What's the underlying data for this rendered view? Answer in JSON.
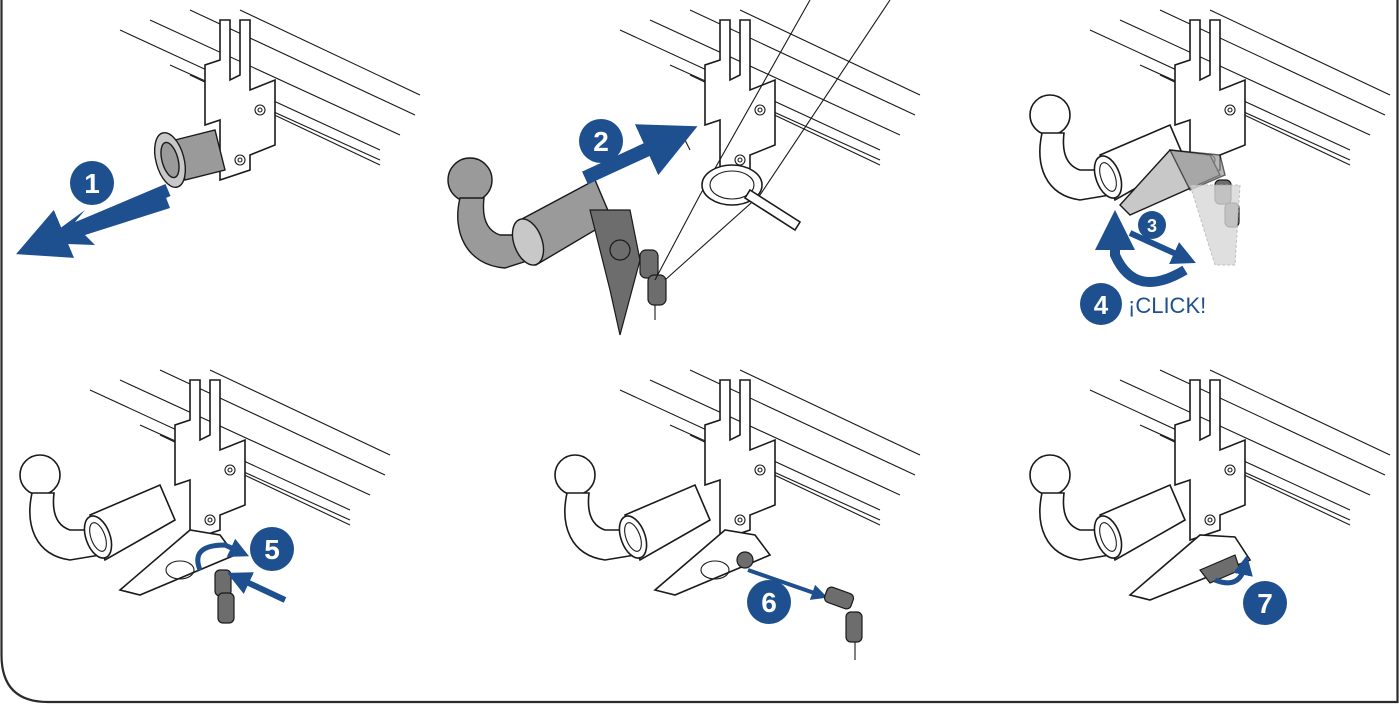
{
  "colors": {
    "accent": "#1e4f8f",
    "badge_fill": "#1e4f8f",
    "arrow_fill": "#1e4f8f",
    "line": "#1a1a1a",
    "part_grey": "#9a9a9a"
  },
  "steps": [
    {
      "number": "1",
      "action": "arrow-out"
    },
    {
      "number": "2",
      "action": "arrow-in"
    },
    {
      "number": "3",
      "action": "rotate-lever"
    },
    {
      "number": "4",
      "action": "rotate-up",
      "caption": "¡CLICK!"
    },
    {
      "number": "5",
      "action": "insert-key-turn"
    },
    {
      "number": "6",
      "action": "remove-key"
    },
    {
      "number": "7",
      "action": "close-cover"
    }
  ]
}
